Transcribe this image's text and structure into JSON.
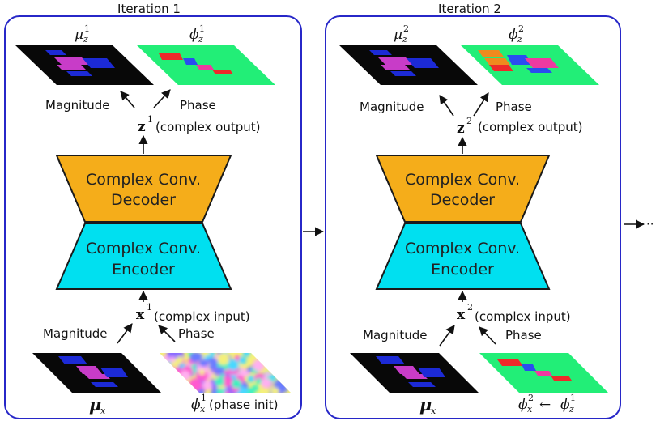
{
  "colors": {
    "frame": "#2727c8",
    "decoder": "#f5ad1a",
    "encoder": "#00e0f0",
    "block_stroke": "#1a1a1a",
    "phase_bg": "#22ee77",
    "mag_bg": "#080808",
    "mag_blue": "#1c2ad6",
    "mag_magenta": "#c83cc8",
    "phase_red": "#ee2a2a",
    "phase_orange": "#f08a1e",
    "phase_blue": "#2a4cf0",
    "phase_pink": "#ee3aa0"
  },
  "iterations": [
    {
      "title": "Iteration 1",
      "top": {
        "mu_sym": "μ",
        "mu_sub": "z",
        "mu_sup": "1",
        "phi_sym": "ϕ",
        "phi_sub": "z",
        "phi_sup": "1",
        "magnitude_label": "Magnitude",
        "phase_label": "Phase",
        "z_sym": "z",
        "z_sup": "1",
        "z_note": "(complex output)"
      },
      "decoder_line1": "Complex Conv.",
      "decoder_line2": "Decoder",
      "encoder_line1": "Complex Conv.",
      "encoder_line2": "Encoder",
      "bottom": {
        "x_sym": "x",
        "x_sup": "1",
        "x_note": "(complex input)",
        "magnitude_label": "Magnitude",
        "phase_label": "Phase",
        "mu_sym": "μ",
        "mu_sub": "x",
        "phi_sym": "ϕ",
        "phi_sub": "x",
        "phi_sup": "1",
        "phi_note": "(phase init)"
      }
    },
    {
      "title": "Iteration 2",
      "top": {
        "mu_sym": "μ",
        "mu_sub": "z",
        "mu_sup": "2",
        "phi_sym": "ϕ",
        "phi_sub": "z",
        "phi_sup": "2",
        "magnitude_label": "Magnitude",
        "phase_label": "Phase",
        "z_sym": "z",
        "z_sup": "2",
        "z_note": "(complex output)"
      },
      "decoder_line1": "Complex Conv.",
      "decoder_line2": "Decoder",
      "encoder_line1": "Complex Conv.",
      "encoder_line2": "Encoder",
      "bottom": {
        "x_sym": "x",
        "x_sup": "2",
        "x_note": "(complex input)",
        "magnitude_label": "Magnitude",
        "phase_label": "Phase",
        "mu_sym": "μ",
        "mu_sub": "x",
        "phi_sym": "ϕ",
        "phi_sub": "x",
        "phi_sup": "2",
        "assign_arrow": "←",
        "phi2_sym": "ϕ",
        "phi2_sub": "z",
        "phi2_sup": "1"
      }
    }
  ],
  "continuation": "··"
}
